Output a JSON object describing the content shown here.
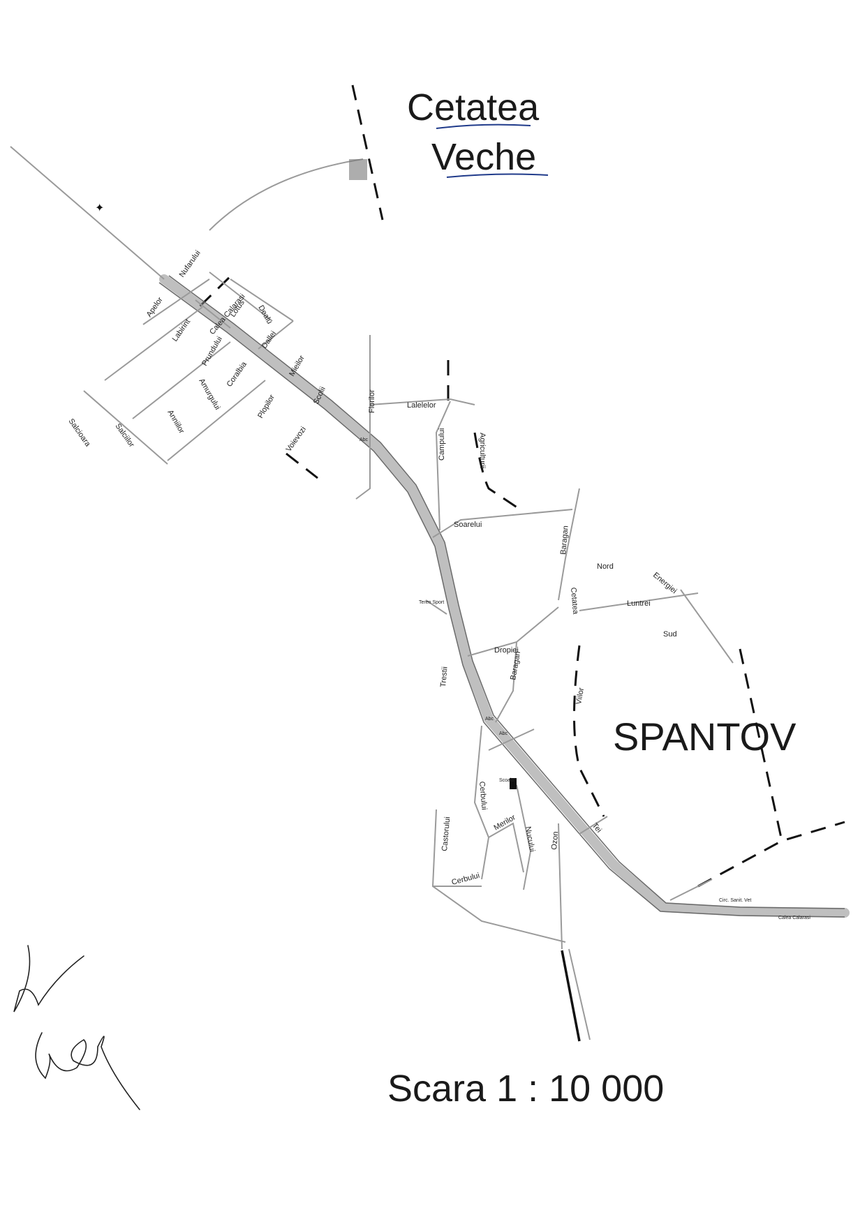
{
  "title": {
    "line1": "Cetatea",
    "line2": "Veche"
  },
  "place": "SPANTOV",
  "scale": "Scara 1 : 10 000",
  "colors": {
    "road": "#9a9a9a",
    "boundary": "#111111",
    "underline": "#1f3a8a"
  },
  "streets": {
    "nufarului": "Nufarului",
    "apelor": "Apelor",
    "labirint": "Labirint",
    "lotus": "Lotus",
    "dealu": "Dealu",
    "calea_calarasi_1": "Calea Calarasi",
    "dallei": "Dallei",
    "prundului": "Prundului",
    "coralbia": "Coralbia",
    "mieilor": "Mieilor",
    "amurgului": "Amurgului",
    "anniilor": "Anniilor",
    "plopilor": "Plopilor",
    "scolii": "Scolii",
    "voievozi": "Voievozi",
    "salcioara": "Salcioara",
    "salciilor": "Salciilor",
    "lalelelor": "Lalelelor",
    "florilor": "Florilor",
    "campului": "Campului",
    "agriculturii": "Agriculturii",
    "soarelui": "Soarelui",
    "baragan_1": "Baragan",
    "nord": "Nord",
    "energiei": "Energiei",
    "cetatea": "Cetatea",
    "luntrei": "Luntrei",
    "sud": "Sud",
    "teren_sport": "Teren Sport",
    "dropiei": "Dropiei",
    "baragan_2": "Baragan",
    "trestii": "Trestii",
    "viilor": "Viilor",
    "abc_1": "Abc",
    "abc_2": "Abc",
    "abc_3": "Abc",
    "scoala": "Scoala",
    "cerbului_1": "Cerbului",
    "castorului": "Castorului",
    "merilor": "Merilor",
    "nucului": "Nucului",
    "ozon": "Ozon",
    "tei": "Tei",
    "cerbului_2": "Cerbului",
    "circ_sanit_vet": "Circ. Sanit. Vet",
    "calea_calarasi_2": "Calea Calarasi"
  }
}
